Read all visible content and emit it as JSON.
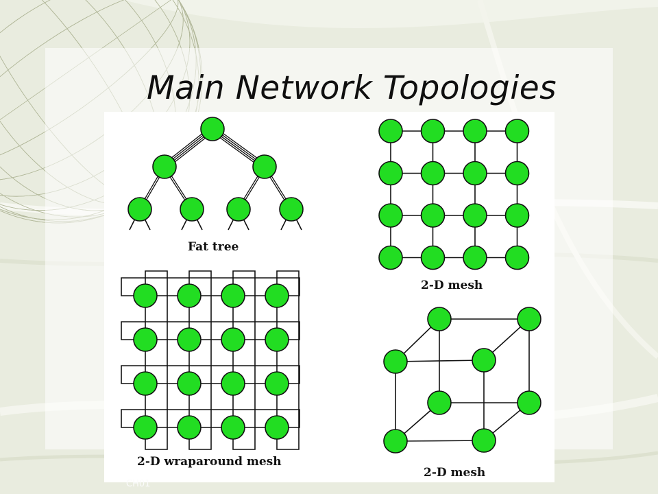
{
  "slide": {
    "title": "Main Network Topologies",
    "footer": "CH01"
  },
  "theme": {
    "node_fill": "#22dd22",
    "node_stroke": "#111111",
    "link_color": "#111111",
    "background": "#e9ecdf"
  },
  "diagrams": {
    "fat_tree": {
      "caption": "Fat tree",
      "levels": [
        1,
        2,
        4
      ],
      "link_multiplicity": [
        4,
        2
      ]
    },
    "mesh_2d": {
      "caption": "2-D mesh",
      "rows": 4,
      "cols": 4
    },
    "wraparound_mesh": {
      "caption": "2-D wraparound mesh",
      "rows": 4,
      "cols": 4
    },
    "hypercube": {
      "caption": "2-D mesh",
      "dimension": 3,
      "nodes": 8
    }
  }
}
